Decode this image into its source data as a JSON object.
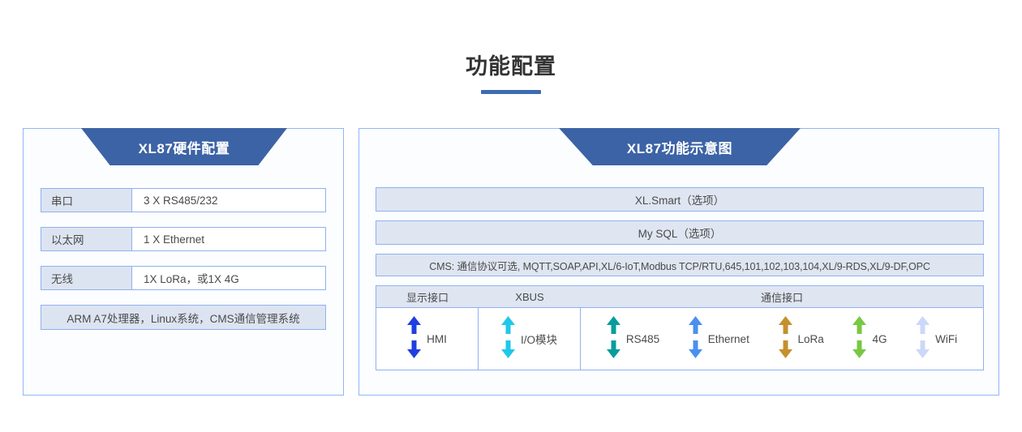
{
  "page": {
    "title": "功能配置",
    "accent_color": "#3d6bb3",
    "panel_border_color": "#93b5f7",
    "banner_color": "#3c63a5",
    "cell_fill_color": "#dfe5f1"
  },
  "left_panel": {
    "banner_title": "XL87硬件配置",
    "rows": [
      {
        "label": "串口",
        "value": "3 X RS485/232"
      },
      {
        "label": "以太网",
        "value": "1 X Ethernet"
      },
      {
        "label": "无线",
        "value": "1X LoRa，或1X 4G"
      }
    ],
    "footer": "ARM A7处理器，Linux系统，CMS通信管理系统"
  },
  "right_panel": {
    "banner_title": "XL87功能示意图",
    "bars": [
      {
        "text": "XL.Smart（选项）"
      },
      {
        "text": "My SQL（选项）"
      },
      {
        "text": "CMS: 通信协议可选, MQTT,SOAP,API,XL/6-IoT,Modbus TCP/RTU,645,101,102,103,104,XL/9-RDS,XL/9-DF,OPC"
      }
    ],
    "interface_headers": [
      {
        "label": "显示接口"
      },
      {
        "label": "XBUS"
      },
      {
        "label": "通信接口"
      }
    ],
    "display_interface": [
      {
        "label": "HMI",
        "icon": "double-arrow-icon",
        "color": "#1f3fe0"
      }
    ],
    "xbus_interface": [
      {
        "label": "I/O模块",
        "icon": "double-arrow-icon",
        "color": "#1fc8ea"
      }
    ],
    "comm_interface": [
      {
        "label": "RS485",
        "icon": "double-arrow-icon",
        "color": "#089c9c"
      },
      {
        "label": "Ethernet",
        "icon": "double-arrow-icon",
        "color": "#4a90f0"
      },
      {
        "label": "LoRa",
        "icon": "double-arrow-icon",
        "color": "#c5902d"
      },
      {
        "label": "4G",
        "icon": "double-arrow-icon",
        "color": "#79c843"
      },
      {
        "label": "WiFi",
        "icon": "double-arrow-icon",
        "color": "#ccd8f7"
      }
    ]
  }
}
